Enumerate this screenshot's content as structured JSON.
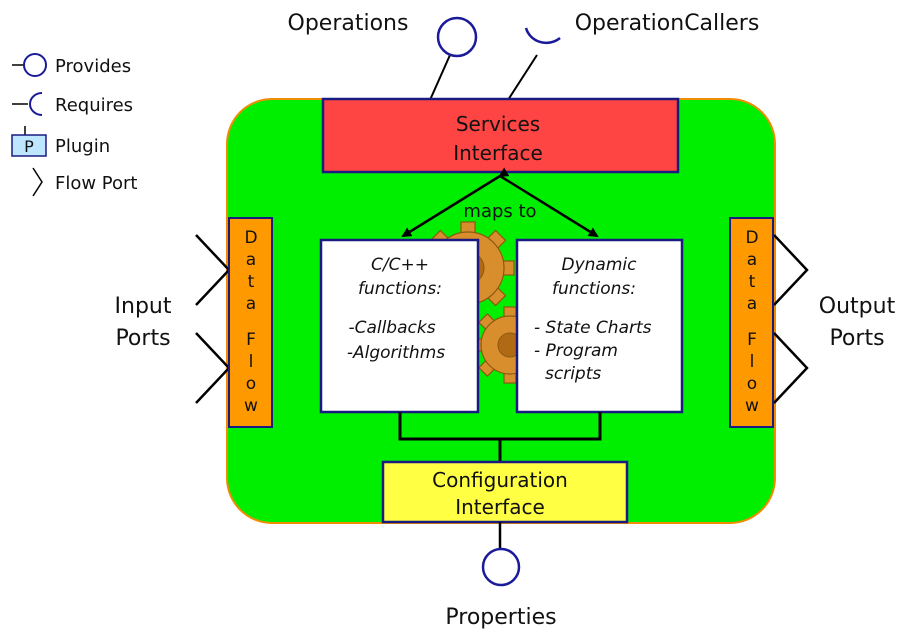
{
  "top_labels": {
    "operations": "Operations",
    "operation_callers": "OperationCallers"
  },
  "bottom_label": "Properties",
  "legend": {
    "provides": "Provides",
    "requires": "Requires",
    "plugin_box": "P",
    "plugin": "Plugin",
    "flow_port": "Flow Port"
  },
  "services_interface": {
    "line1": "Services",
    "line2": "Interface"
  },
  "maps_to": "maps to",
  "cpp_box": {
    "line1": "C/C++",
    "line2": "functions:",
    "line3": "-Callbacks",
    "line4": "-Algorithms"
  },
  "dynamic_box": {
    "line1": "Dynamic",
    "line2": "functions:",
    "line3": "- State Charts",
    "line4": "- Program",
    "line5": "scripts"
  },
  "data_flow_letters": [
    "D",
    "a",
    "t",
    "a",
    "F",
    "l",
    "o",
    "w"
  ],
  "input_ports": {
    "line1": "Input",
    "line2": "Ports"
  },
  "output_ports": {
    "line1": "Output",
    "line2": "Ports"
  },
  "configuration_interface": {
    "line1": "Configuration",
    "line2": "Interface"
  },
  "colors": {
    "component_fill": "#00ee00",
    "component_border": "#f08c00",
    "services_fill": "#ff4444",
    "config_fill": "#ffff44",
    "data_flow_fill": "#ff9900",
    "border_dark": "#1a1a80",
    "port_circle": "#1a1a9a",
    "plugin_fill": "#bfe6ff",
    "gear": "#d98e2e"
  }
}
